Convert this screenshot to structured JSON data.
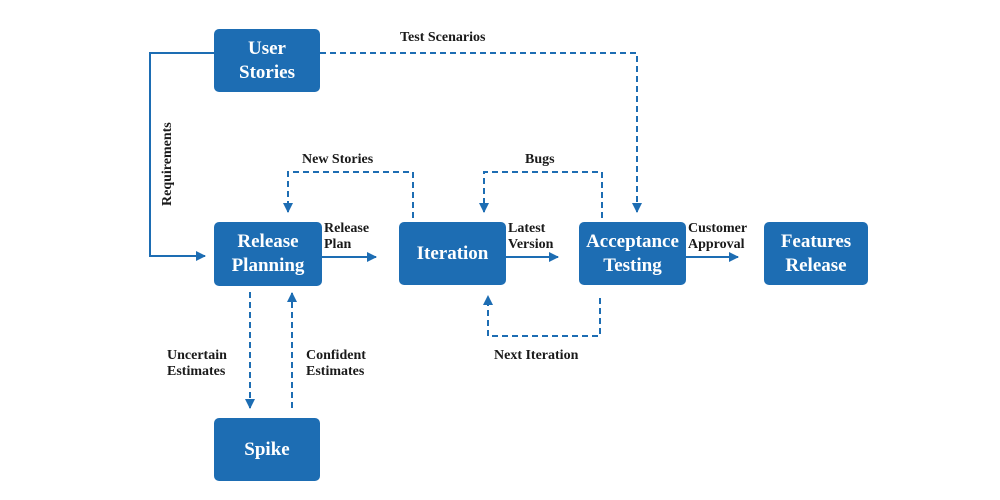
{
  "nodes": {
    "user_stories": "User\nStories",
    "release_planning": "Release\nPlanning",
    "iteration": "Iteration",
    "acceptance_testing": "Acceptance\nTesting",
    "features_release": "Features\nRelease",
    "spike": "Spike"
  },
  "edge_labels": {
    "test_scenarios": "Test Scenarios",
    "requirements": "Requirements",
    "new_stories": "New Stories",
    "bugs": "Bugs",
    "release_plan": "Release\nPlan",
    "latest_version": "Latest\nVersion",
    "customer_approval": "Customer\nApproval",
    "next_iteration": "Next Iteration",
    "uncertain_estimates": "Uncertain\nEstimates",
    "confident_estimates": "Confident\nEstimates"
  },
  "colors": {
    "node_fill": "#1d6db3",
    "connector": "#1d6db3",
    "node_text": "#ffffff",
    "label_text": "#1a1a1a"
  }
}
